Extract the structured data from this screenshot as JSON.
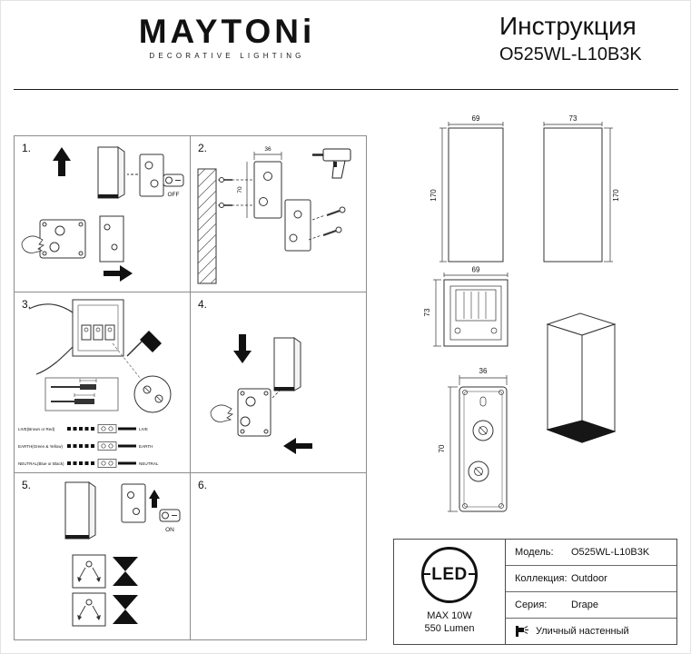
{
  "header": {
    "logo": "MAYTONi",
    "logo_sub": "DECORATIVE LIGHTING",
    "title": "Инструкция",
    "model": "O525WL-L10B3K"
  },
  "steps": {
    "s1": "1.",
    "s2": "2.",
    "s3": "3.",
    "s4": "4.",
    "s5": "5.",
    "s6": "6."
  },
  "labels": {
    "off": "OFF",
    "on": "ON"
  },
  "dims": {
    "front_w": "69",
    "front_h": "170",
    "side_w": "73",
    "side_h": "170",
    "top_w": "69",
    "top_h": "73",
    "plate_w": "36",
    "plate_h": "70",
    "step2_w": "36",
    "step2_h": "70"
  },
  "wiring": {
    "rows": [
      {
        "left": "LIVE(Brown or Red)",
        "right": "LIVE"
      },
      {
        "left": "EARTH(Green & Yellow)",
        "right": "EARTH"
      },
      {
        "left": "NEUTRAL(Blue or Black)",
        "right": "NEUTRAL"
      }
    ]
  },
  "spec": {
    "led": "LED",
    "max_power": "MAX 10W",
    "lumen": "550 Lumen",
    "model_label": "Модель:",
    "model_value": "O525WL-L10B3K",
    "collection_label": "Коллекция:",
    "collection_value": "Outdoor",
    "series_label": "Серия:",
    "series_value": "Drape",
    "type_value": "Уличный настенный"
  }
}
